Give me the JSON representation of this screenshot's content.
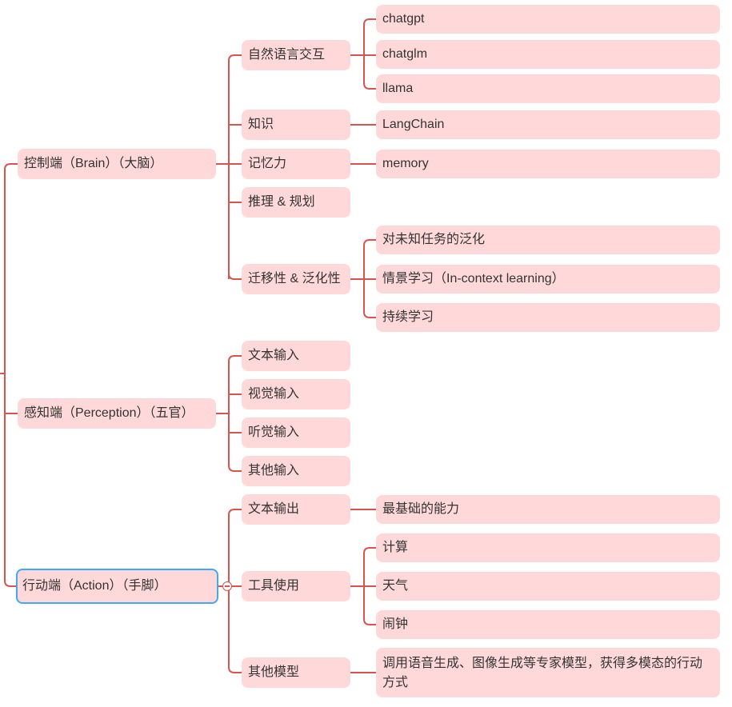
{
  "colors": {
    "node_fill": "#ffd9d9",
    "line": "#d9534f",
    "selection": "#3fa9f5"
  },
  "branches": {
    "brain": {
      "label": "控制端（Brain）（大脑）",
      "nlp": {
        "label": "自然语言交互",
        "items": [
          "chatgpt",
          "chatglm",
          "llama"
        ]
      },
      "knowledge": {
        "label": "知识",
        "items": [
          "LangChain"
        ]
      },
      "memory": {
        "label": "记忆力",
        "items": [
          "memory"
        ]
      },
      "planning": {
        "label": "推理 & 规划"
      },
      "transfer": {
        "label": "迁移性 & 泛化性",
        "items": [
          "对未知任务的泛化",
          "情景学习（In-context learning）",
          "持续学习"
        ]
      }
    },
    "perception": {
      "label": "感知端（Perception）（五官）",
      "items": [
        "文本输入",
        "视觉输入",
        "听觉输入",
        "其他输入"
      ]
    },
    "action": {
      "label": "行动端（Action）（手脚）",
      "text_output": {
        "label": "文本输出",
        "items": [
          "最基础的能力"
        ]
      },
      "tools": {
        "label": "工具使用",
        "items": [
          "计算",
          "天气",
          "闹钟"
        ]
      },
      "other_models": {
        "label": "其他模型",
        "items": [
          "调用语音生成、图像生成等专家模型，获得多模态的行动方式"
        ]
      }
    }
  }
}
